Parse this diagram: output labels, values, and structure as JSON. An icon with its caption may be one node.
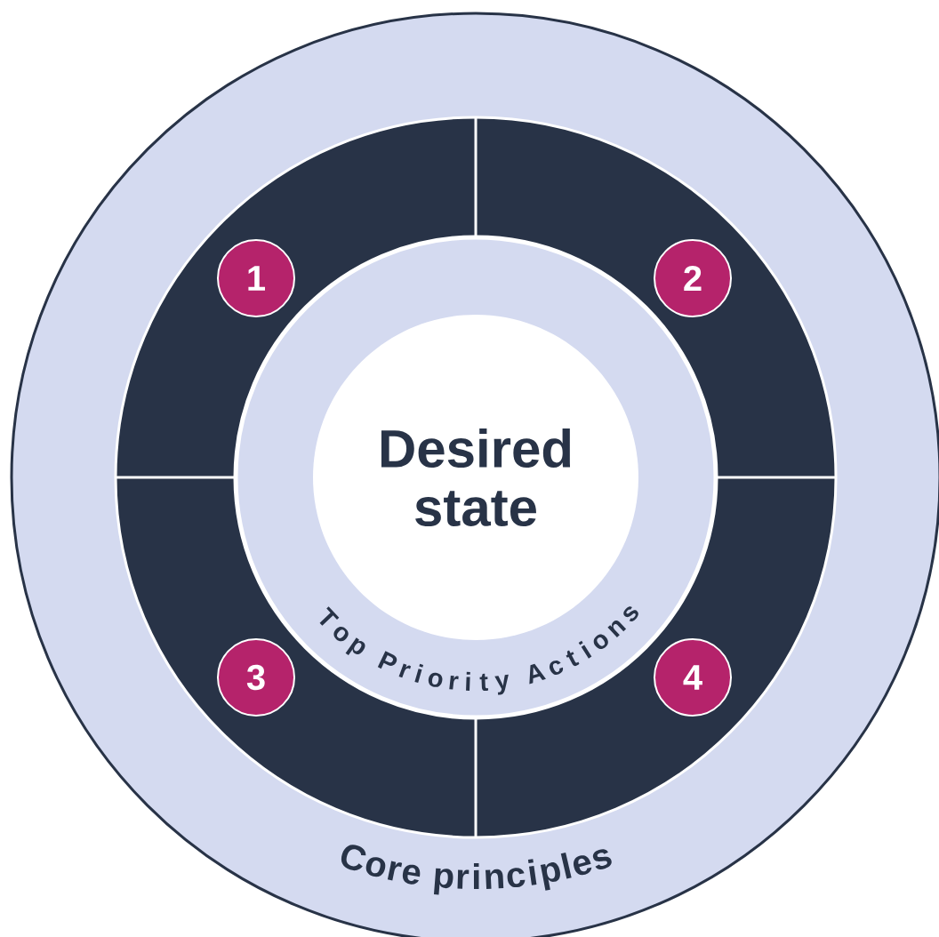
{
  "diagram": {
    "nodes": [
      {
        "text": [
          "Core principles"
        ]
      },
      {
        "text": [
          "1"
        ],
        "in": 0
      },
      {
        "text": [
          "2"
        ],
        "in": 0
      },
      {
        "text": [
          "3"
        ],
        "in": 0
      },
      {
        "text": [
          "4"
        ],
        "in": 0
      },
      {
        "text": [
          "Top Priority Actions"
        ],
        "in": 0
      },
      {
        "text": [
          "Desired state"
        ],
        "in": 5
      }
    ]
  }
}
